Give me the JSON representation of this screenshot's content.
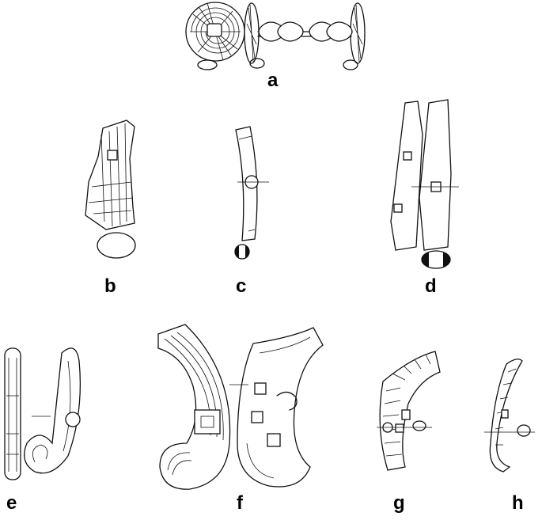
{
  "figure": {
    "labels": {
      "a": "a",
      "b": "b",
      "c": "c",
      "d": "d",
      "e": "e",
      "f": "f",
      "g": "g",
      "h": "h"
    },
    "ink_color": "#111111",
    "background_color": "#ffffff"
  }
}
